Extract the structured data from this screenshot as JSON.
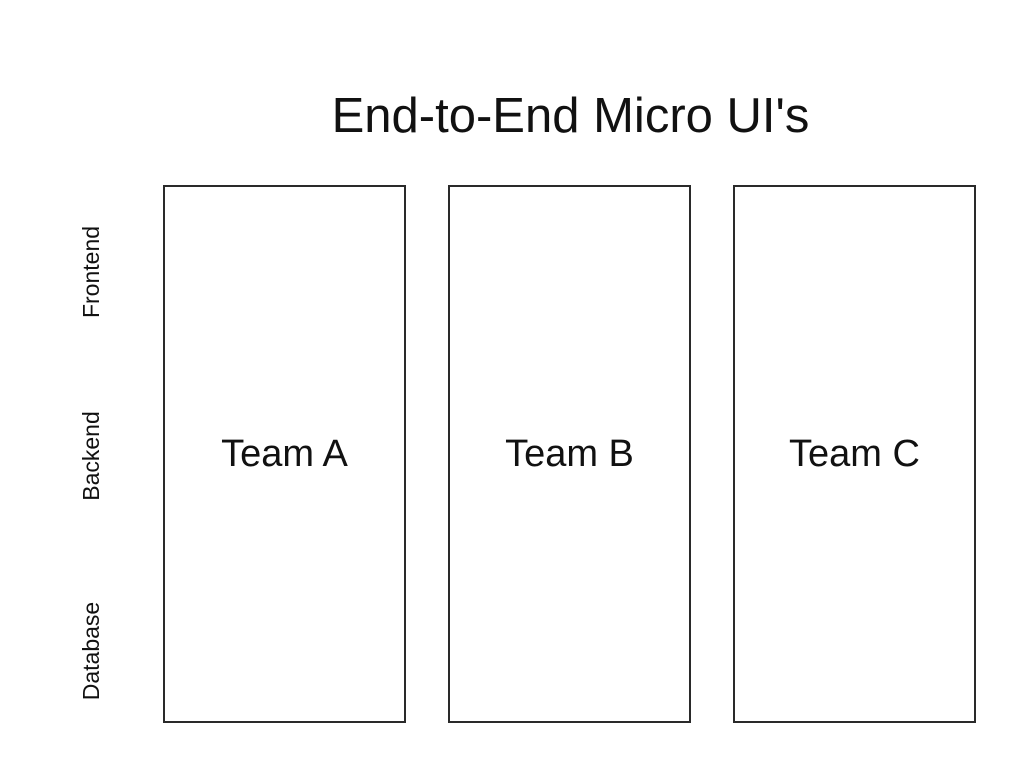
{
  "diagram": {
    "title": "End-to-End Micro UI's",
    "layers": [
      "Frontend",
      "Backend",
      "Database"
    ],
    "teams": [
      "Team A",
      "Team B",
      "Team C"
    ],
    "colors": {
      "background": "#ffffff",
      "stroke": "#2a2a2a",
      "text": "#111111"
    }
  }
}
